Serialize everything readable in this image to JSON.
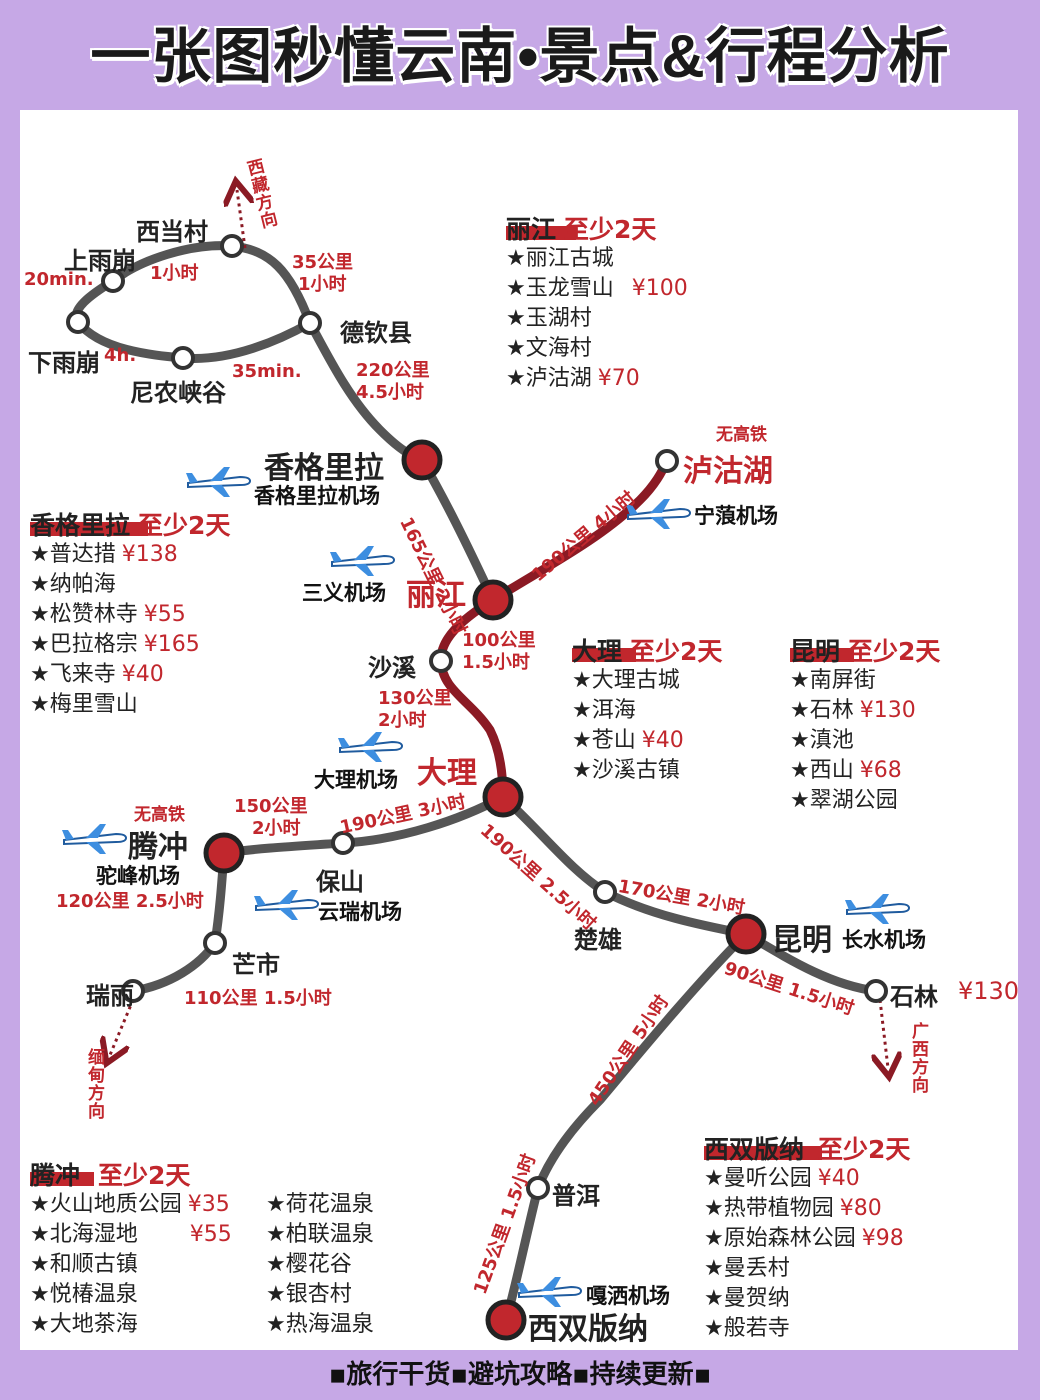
{
  "title": {
    "part1": "一张图秒懂云南",
    "dot": "•",
    "part2": "景点&行程分析"
  },
  "footer": "▪旅行干货▪避坑攻略▪持续更新▪",
  "colors": {
    "accent": "#c1272d",
    "route_main": "#555555",
    "route_highlight": "#8b1a24",
    "background": "#c6a8e6"
  },
  "places": {
    "xidangcun": "西当村",
    "shangyubeng": "上雨崩",
    "xiayubeng": "下雨崩",
    "deqin": "德钦县",
    "ninong": "尼农峡谷",
    "shangrila": "香格里拉",
    "lijiang": "丽江",
    "luguhu": "泸沽湖",
    "shaxi": "沙溪",
    "dali": "大理",
    "tengchong": "腾冲",
    "baoshan": "保山",
    "mangshi": "芒市",
    "ruili": "瑞丽",
    "chuxiong": "楚雄",
    "kunming": "昆明",
    "shilin": "石林",
    "shilin_price": "¥130",
    "puer": "普洱",
    "xishuangbanna": "西双版纳"
  },
  "airports": {
    "shangrila": "香格里拉机场",
    "ninglang": "宁蒗机场",
    "sanyi": "三义机场",
    "dali": "大理机场",
    "tuofeng": "驼峰机场",
    "yunrui": "云瑞机场",
    "changshui": "长水机场",
    "gasa": "嘎洒机场"
  },
  "distances": {
    "yubeng_time": "20min.",
    "xidang_yubeng": "1小时",
    "deqin_xidang_1": "35公里",
    "deqin_xidang_2": "1小时",
    "xiayubeng_ninong": "4h.",
    "ninong_deqin": "35min.",
    "deqin_shangrila_1": "220公里",
    "deqin_shangrila_2": "4.5小时",
    "shangrila_lijiang": "165公里 2小时",
    "lijiang_lugu": "190公里 4小时",
    "lijiang_shaxi_1": "100公里",
    "lijiang_shaxi_2": "1.5小时",
    "shaxi_dali_1": "130公里",
    "shaxi_dali_2": "2小时",
    "dali_baoshan": "190公里 3小时",
    "tengchong_baoshan_1": "150公里",
    "tengchong_baoshan_2": "2小时",
    "tengchong_mangshi": "120公里 2.5小时",
    "mangshi_ruili": "110公里 1.5小时",
    "dali_chuxiong": "190公里 2.5小时",
    "chuxiong_kunming": "170公里 2小时",
    "kunming_shilin": "90公里 1.5小时",
    "kunming_puer": "450公里 5小时",
    "puer_banna": "125公里 1.5小时"
  },
  "notes": {
    "no_hsr": "无高铁",
    "no_hsr_2": "无高铁",
    "to_tibet": "西藏方向",
    "to_myanmar": "缅甸方向",
    "to_guangxi": "广西方向"
  },
  "cards": {
    "lijiang": {
      "city": "丽江",
      "min": "至少2天",
      "items": [
        {
          "name": "★丽江古城",
          "price": ""
        },
        {
          "name": "★玉龙雪山",
          "price": "¥100"
        },
        {
          "name": "★玉湖村",
          "price": ""
        },
        {
          "name": "★文海村",
          "price": ""
        },
        {
          "name": "★泸沽湖",
          "price": "¥70"
        }
      ]
    },
    "shangrila": {
      "city": "香格里拉",
      "min": "至少2天",
      "items": [
        {
          "name": "★普达措",
          "price": "¥138"
        },
        {
          "name": "★纳帕海",
          "price": ""
        },
        {
          "name": "★松赞林寺",
          "price": "¥55"
        },
        {
          "name": "★巴拉格宗",
          "price": "¥165"
        },
        {
          "name": "★飞来寺",
          "price": "¥40"
        },
        {
          "name": "★梅里雪山",
          "price": ""
        }
      ]
    },
    "dali": {
      "city": "大理",
      "min": "至少2天",
      "items": [
        {
          "name": "★大理古城",
          "price": ""
        },
        {
          "name": "★洱海",
          "price": ""
        },
        {
          "name": "★苍山",
          "price": "¥40"
        },
        {
          "name": "★沙溪古镇",
          "price": ""
        }
      ]
    },
    "kunming": {
      "city": "昆明",
      "min": "至少2天",
      "items": [
        {
          "name": "★南屏街",
          "price": ""
        },
        {
          "name": "★石林",
          "price": "¥130"
        },
        {
          "name": "★滇池",
          "price": ""
        },
        {
          "name": "★西山",
          "price": "¥68"
        },
        {
          "name": "★翠湖公园",
          "price": ""
        }
      ]
    },
    "tengchong": {
      "city": "腾冲",
      "min": "至少2天",
      "items_left": [
        {
          "name": "★火山地质公园",
          "price": "¥35"
        },
        {
          "name": "★北海湿地",
          "price": "¥55"
        },
        {
          "name": "★和顺古镇",
          "price": ""
        },
        {
          "name": "★悦椿温泉",
          "price": ""
        },
        {
          "name": "★大地茶海",
          "price": ""
        }
      ],
      "items_right": [
        {
          "name": "★荷花温泉",
          "price": ""
        },
        {
          "name": "★柏联温泉",
          "price": ""
        },
        {
          "name": "★樱花谷",
          "price": ""
        },
        {
          "name": "★银杏村",
          "price": ""
        },
        {
          "name": "★热海温泉",
          "price": ""
        }
      ]
    },
    "banna": {
      "city": "西双版纳",
      "min": "至少2天",
      "items": [
        {
          "name": "★曼听公园",
          "price": "¥40"
        },
        {
          "name": "★热带植物园",
          "price": "¥80"
        },
        {
          "name": "★原始森林公园",
          "price": "¥98"
        },
        {
          "name": "★曼丢村",
          "price": ""
        },
        {
          "name": "★曼贺纳",
          "price": ""
        },
        {
          "name": "★般若寺",
          "price": ""
        }
      ]
    }
  }
}
